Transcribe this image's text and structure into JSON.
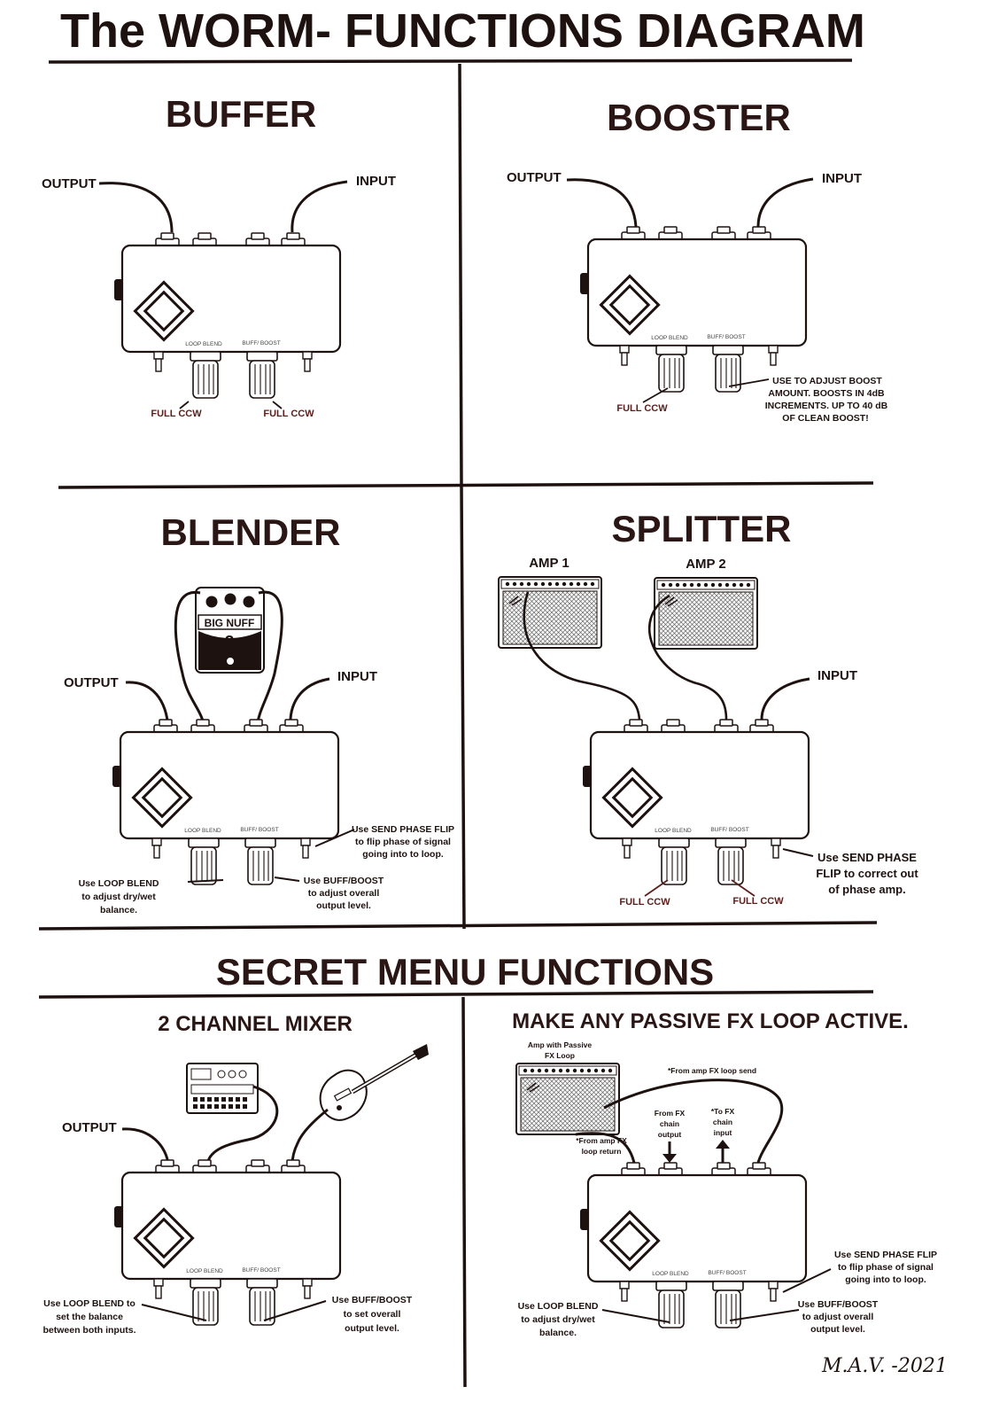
{
  "title": "The WORM- FUNCTIONS DIAGRAM",
  "panels": {
    "buffer": {
      "heading": "BUFFER",
      "output": "OUTPUT",
      "input": "INPUT",
      "loop_blend": "LOOP BLEND",
      "buff_boost": "BUFF/ BOOST",
      "left_knob": "FULL CCW",
      "right_knob": "FULL CCW"
    },
    "booster": {
      "heading": "BOOSTER",
      "output": "OUTPUT",
      "input": "INPUT",
      "loop_blend": "LOOP BLEND",
      "buff_boost": "BUFF/ BOOST",
      "left_knob": "FULL CCW",
      "boost_note": [
        "USE TO ADJUST BOOST",
        "AMOUNT. BOOSTS IN 4dB",
        "INCREMENTS. UP TO 40 dB",
        "OF CLEAN BOOST!"
      ]
    },
    "blender": {
      "heading": "BLENDER",
      "output": "OUTPUT",
      "input": "INPUT",
      "loop_blend": "LOOP BLEND",
      "buff_boost": "BUFF/ BOOST",
      "pedal_name": "BIG NUFF",
      "pedal_symbol": "?",
      "phase_note": [
        "Use SEND PHASE FLIP",
        "to flip phase of signal",
        "going into to loop."
      ],
      "loop_note": [
        "Use LOOP BLEND",
        "to adjust dry/wet",
        "balance."
      ],
      "buff_note": [
        "Use BUFF/BOOST",
        "to adjust overall",
        "output level."
      ]
    },
    "splitter": {
      "heading": "SPLITTER",
      "amp1": "AMP 1",
      "amp2": "AMP 2",
      "input": "INPUT",
      "loop_blend": "LOOP BLEND",
      "buff_boost": "BUFF/ BOOST",
      "left_knob": "FULL CCW",
      "right_knob": "FULL CCW",
      "phase_note": [
        "Use SEND PHASE",
        "FLIP to correct out",
        "of phase amp."
      ]
    },
    "secret": {
      "heading": "SECRET MENU FUNCTIONS"
    },
    "mixer": {
      "heading": "2 CHANNEL MIXER",
      "output": "OUTPUT",
      "loop_blend": "LOOP BLEND",
      "buff_boost": "BUFF/ BOOST",
      "loop_note": [
        "Use LOOP BLEND to",
        "set the balance",
        "between both inputs."
      ],
      "buff_note": [
        "Use BUFF/BOOST",
        "to set overall",
        "output level."
      ]
    },
    "fxloop": {
      "heading": "MAKE ANY PASSIVE FX LOOP ACTIVE.",
      "amp_label": [
        "Amp with Passive",
        "FX Loop"
      ],
      "send_note": "*From amp FX loop send",
      "return_note": [
        "*From amp FX",
        "loop return"
      ],
      "chain_out": [
        "From FX",
        "chain",
        "output"
      ],
      "chain_in": [
        "*To FX",
        "chain",
        "input"
      ],
      "loop_blend": "LOOP BLEND",
      "buff_boost": "BUFF/ BOOST",
      "phase_note": [
        "Use SEND PHASE FLIP",
        "to flip phase of signal",
        "going into to loop."
      ],
      "loop_note": [
        "Use LOOP BLEND",
        "to adjust dry/wet",
        "balance."
      ],
      "buff_note": [
        "Use BUFF/BOOST",
        "to adjust overall",
        "output level."
      ]
    }
  },
  "signature": "M.A.V. -2021"
}
